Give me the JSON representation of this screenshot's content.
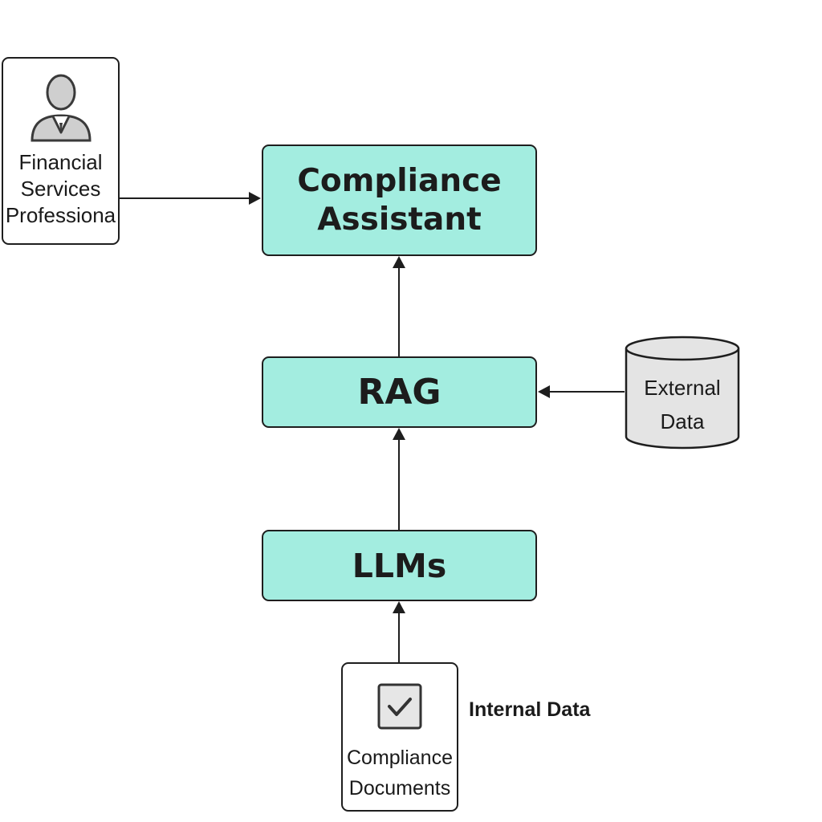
{
  "nodes": {
    "assistant": {
      "line1": "Compliance",
      "line2": "Assistant"
    },
    "rag": {
      "label": "RAG"
    },
    "llms": {
      "label": "LLMs"
    },
    "user": {
      "line1": "Financial",
      "line2": "Services",
      "line3": "Professiona",
      "icon": "person-icon"
    },
    "external": {
      "line1": "External",
      "line2": "Data",
      "icon": "database-icon"
    },
    "docs": {
      "line1": "Compliance",
      "line2": "Documents",
      "icon": "checkbox-icon"
    }
  },
  "group_labels": {
    "internal": "Internal Data"
  },
  "edges": [
    {
      "from": "user",
      "to": "assistant"
    },
    {
      "from": "rag",
      "to": "assistant"
    },
    {
      "from": "external",
      "to": "rag"
    },
    {
      "from": "llms",
      "to": "rag"
    },
    {
      "from": "docs",
      "to": "llms"
    }
  ],
  "colors": {
    "node_fill": "#a3ede0",
    "stroke": "#1e1e1e",
    "cylinder_fill": "#e4e4e4"
  }
}
